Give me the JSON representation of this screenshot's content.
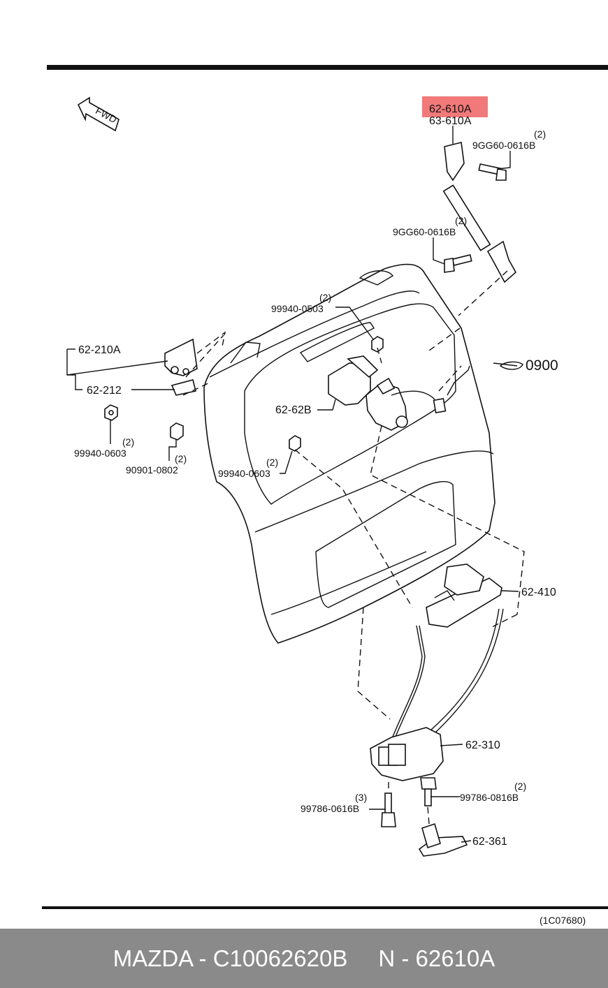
{
  "diagram": {
    "fwd_label": "FWD",
    "highlight_color": "#f06a6a",
    "callouts": {
      "hl": "62-610A",
      "p63610a": "63-610A",
      "q_bolt1": "(2)",
      "bolt1": "9GG60-0616B",
      "q_bolt2": "(2)",
      "bolt2": "9GG60-0616B",
      "q_nut_top": "(2)",
      "nut_top": "99940-0503",
      "hinge": "62-210A",
      "hinge_plate": "62-212",
      "q_nut_left": "(2)",
      "nut_left": "99940-0603",
      "q_bush": "(2)",
      "bush": "90901-0802",
      "motor": "62-62B",
      "q_nut_mid": "(2)",
      "nut_mid": "99940-0603",
      "wiring": "0900",
      "handle": "62-410",
      "latch": "62-310",
      "q_bolt3": "(3)",
      "bolt3": "99786-0616B",
      "q_bolt4": "(2)",
      "bolt4": "99786-0816B",
      "striker": "62-361"
    },
    "figure_code": "(1C07680)"
  },
  "footer": {
    "brand_part": "MAZDA - C10062620B",
    "ref": "N - 62610A"
  }
}
